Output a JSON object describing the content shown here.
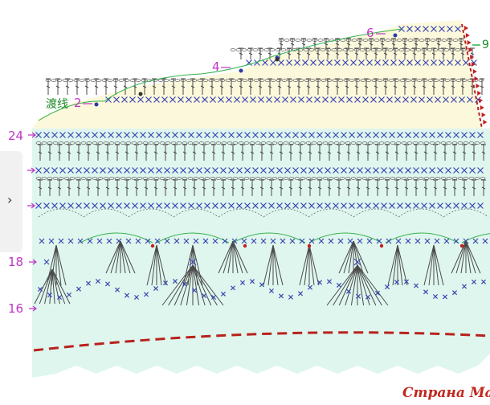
{
  "diagram": {
    "row_labels": [
      {
        "id": "row-24",
        "text": "24"
      },
      {
        "id": "row-18",
        "text": "18"
      },
      {
        "id": "row-16",
        "text": "16"
      }
    ],
    "top_labels": [
      {
        "id": "label-2",
        "text": "2"
      },
      {
        "id": "label-4",
        "text": "4"
      },
      {
        "id": "label-6",
        "text": "6"
      },
      {
        "id": "label-9",
        "text": "9"
      }
    ],
    "join_label": "渡线",
    "watermark": "Страна Мам",
    "colors": {
      "yoke": "#fcf8dc",
      "body": "#dff6ee",
      "stitch": "#4a4a4a",
      "chain": "#6a6a6a",
      "cross": "#3a46b0",
      "arc": "#34b24a",
      "arrow": "#c035c6",
      "dash": "#b8221c",
      "marker": "#c02020"
    }
  }
}
